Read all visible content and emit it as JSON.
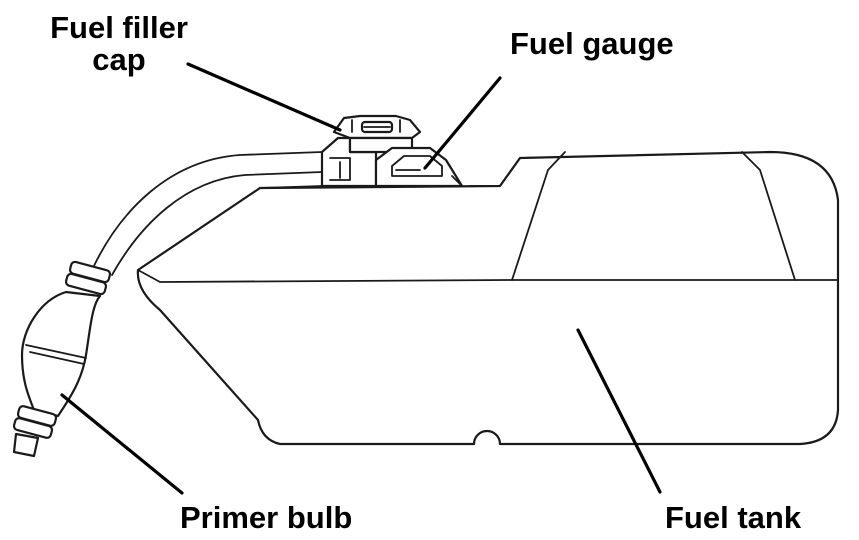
{
  "labels": {
    "fuel_filler_cap_line1": "Fuel filler",
    "fuel_filler_cap_line2": "cap",
    "fuel_gauge": "Fuel gauge",
    "primer_bulb": "Primer bulb",
    "fuel_tank": "Fuel tank"
  },
  "colors": {
    "outline": "#1a1a1a",
    "background": "#ffffff",
    "text": "#000000"
  }
}
